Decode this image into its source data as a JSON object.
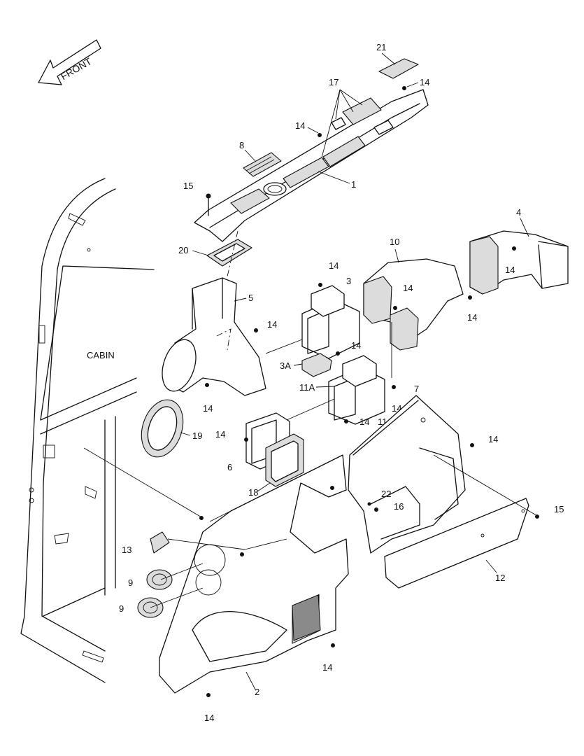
{
  "diagram": {
    "front_label": "FRONT",
    "cabin_label": "CABIN",
    "callouts": {
      "c1": "1",
      "c2": "2",
      "c3": "3",
      "c3a": "3A",
      "c4": "4",
      "c5": "5",
      "c6": "6",
      "c7": "7",
      "c8": "8",
      "c9a": "9",
      "c9b": "9",
      "c10": "10",
      "c11": "11",
      "c11a": "11A",
      "c12": "12",
      "c13": "13",
      "c14a": "14",
      "c14b": "14",
      "c14c": "14",
      "c14d": "14",
      "c14e": "14",
      "c14f": "14",
      "c14g": "14",
      "c14h": "14",
      "c14i": "14",
      "c14j": "14",
      "c14k": "14",
      "c14l": "14",
      "c14m": "14",
      "c14n": "14",
      "c14o": "14",
      "c15a": "15",
      "c15b": "15",
      "c16": "16",
      "c17": "17",
      "c18": "18",
      "c19": "19",
      "c20": "20",
      "c21": "21",
      "c22": "22"
    },
    "colors": {
      "line": "#111111",
      "shade": "#dcdcdc",
      "background": "#ffffff"
    }
  }
}
